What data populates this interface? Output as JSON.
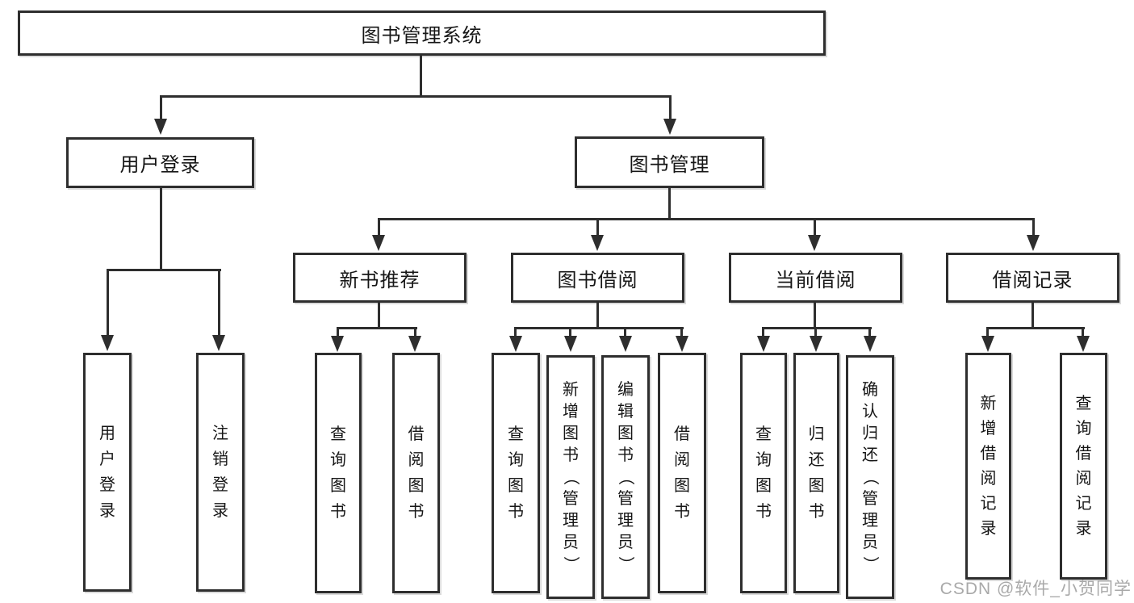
{
  "watermark": "CSDN @软件_小贺同学",
  "colors": {
    "line": "#2e2e2e",
    "text": "#161616",
    "box_background": "#ffffff",
    "watermark": "#a9a9a9",
    "background": "#ffffff"
  },
  "diagram": {
    "root": {
      "label": "图书管理系统"
    },
    "branches": [
      {
        "label": "用户登录",
        "children": [
          {
            "label": "用户登录"
          },
          {
            "label": "注销登录"
          }
        ]
      },
      {
        "label": "图书管理",
        "children": [
          {
            "label": "新书推荐",
            "children": [
              {
                "label": "查询图书"
              },
              {
                "label": "借阅图书"
              }
            ]
          },
          {
            "label": "图书借阅",
            "children": [
              {
                "label": "查询图书"
              },
              {
                "label": "新增图书（管理员）"
              },
              {
                "label": "编辑图书（管理员）"
              },
              {
                "label": "借阅图书"
              }
            ]
          },
          {
            "label": "当前借阅",
            "children": [
              {
                "label": "查询图书"
              },
              {
                "label": "归还图书"
              },
              {
                "label": "确认归还（管理员）"
              }
            ]
          },
          {
            "label": "借阅记录",
            "children": [
              {
                "label": "新增借阅记录"
              },
              {
                "label": "查询借阅记录"
              }
            ]
          }
        ]
      }
    ]
  }
}
